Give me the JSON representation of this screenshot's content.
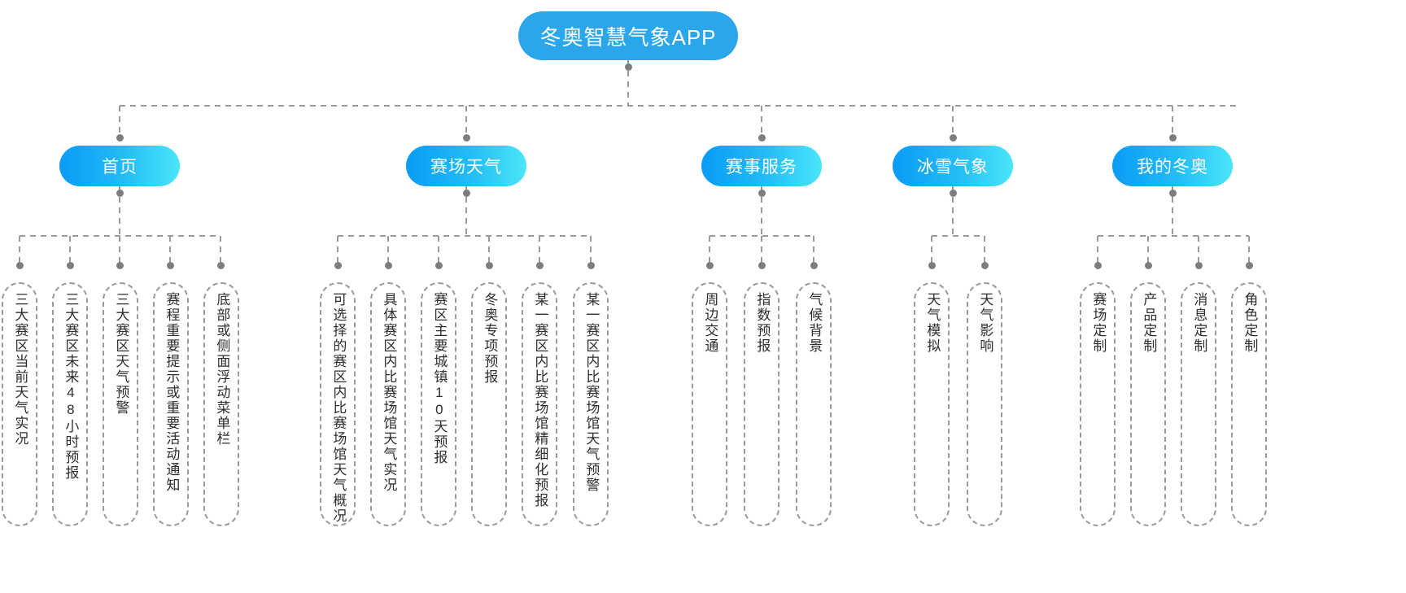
{
  "diagram": {
    "type": "tree-mindmap",
    "title": "冬奥智慧气象APP",
    "root": {
      "label": "冬奥智慧气象APP",
      "color": "#2BA6EB"
    },
    "branch_color_start": "#0A9BF5",
    "branch_color_end": "#4BE6F8",
    "leaf_border_color": "#9a9a9a",
    "connector_color": "#9a9a9a",
    "branches": [
      {
        "label": "首页",
        "leaves": [
          {
            "label": "三大赛区当前天气实况"
          },
          {
            "label": "三大赛区未来48小时预报"
          },
          {
            "label": "三大赛区天气预警"
          },
          {
            "label": "赛程重要提示或重要活动通知"
          },
          {
            "label": "底部或侧面浮动菜单栏"
          }
        ]
      },
      {
        "label": "赛场天气",
        "leaves": [
          {
            "label": "可选择的赛区内比赛场馆天气概况"
          },
          {
            "label": "具体赛区内比赛场馆天气实况"
          },
          {
            "label": "赛区主要城镇10天预报"
          },
          {
            "label": "冬奥专项预报"
          },
          {
            "label": "某一赛区内比赛场馆精细化预报"
          },
          {
            "label": "某一赛区内比赛场馆天气预警"
          }
        ]
      },
      {
        "label": "赛事服务",
        "leaves": [
          {
            "label": "周边交通"
          },
          {
            "label": "指数预报"
          },
          {
            "label": "气候背景"
          }
        ]
      },
      {
        "label": "冰雪气象",
        "leaves": [
          {
            "label": "天气模拟"
          },
          {
            "label": "天气影响"
          }
        ]
      },
      {
        "label": "我的冬奥",
        "leaves": [
          {
            "label": "赛场定制"
          },
          {
            "label": "产品定制"
          },
          {
            "label": "消息定制"
          },
          {
            "label": "角色定制"
          }
        ]
      }
    ]
  }
}
